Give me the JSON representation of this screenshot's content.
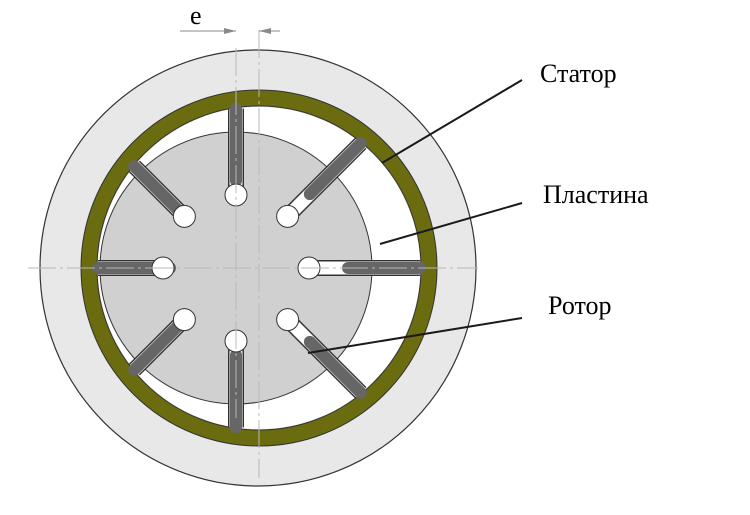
{
  "labels": {
    "eccentricity": "e",
    "stator": "Статор",
    "vane": "Пластина",
    "rotor": "Ротор"
  },
  "colors": {
    "housing_fill": "#e8e8e8",
    "stator_ring": "#6b6b10",
    "rotor_fill": "#d0d0d0",
    "vane_fill": "#666666",
    "slot_fill": "#ffffff",
    "outline": "#333333"
  },
  "vane_count": 8
}
